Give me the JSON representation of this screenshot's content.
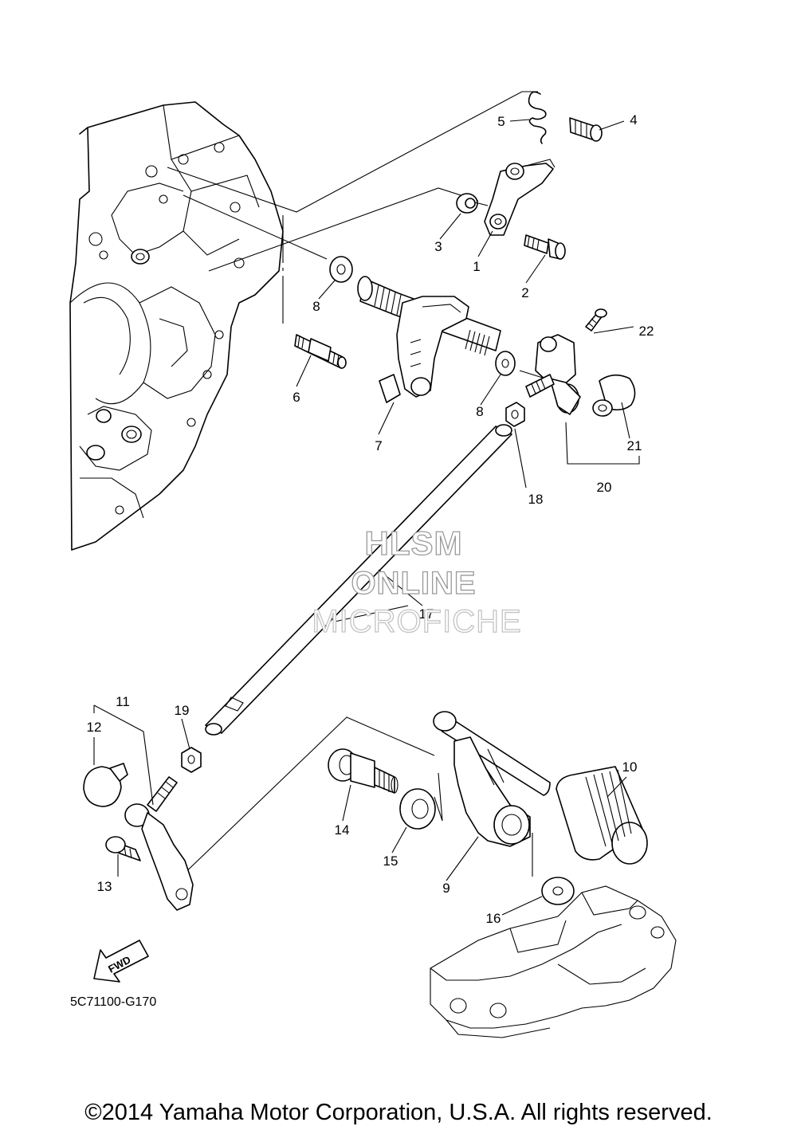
{
  "callouts": {
    "c1": "1",
    "c2": "2",
    "c3": "3",
    "c4": "4",
    "c5": "5",
    "c6": "6",
    "c7": "7",
    "c8a": "8",
    "c8b": "8",
    "c9": "9",
    "c10": "10",
    "c11": "11",
    "c12": "12",
    "c13": "13",
    "c14": "14",
    "c15": "15",
    "c16": "16",
    "c17": "17",
    "c18": "18",
    "c19": "19",
    "c20": "20",
    "c21": "21",
    "c22": "22"
  },
  "watermark": {
    "line1": "HLSM",
    "line2": "ONLINE",
    "line3": "MICROFICHE"
  },
  "fwd_label": "FWD",
  "diagram_code": "5C71100-G170",
  "copyright": "©2014 Yamaha Motor Corporation, U.S.A. All rights reserved."
}
